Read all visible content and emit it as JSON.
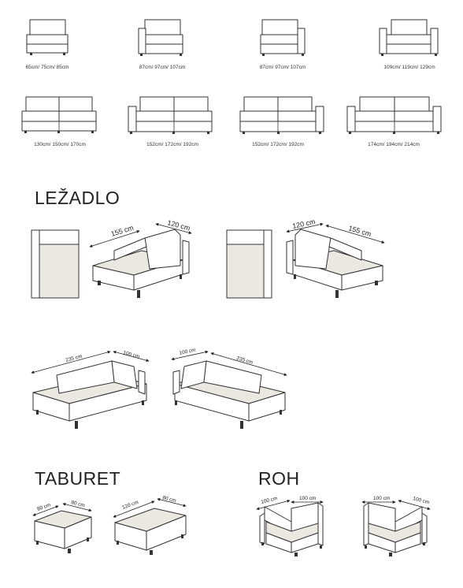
{
  "modules_row1": [
    {
      "label": "65cm/ 75cm/ 85cm"
    },
    {
      "label": "87cm/ 97cm/ 107cm"
    },
    {
      "label": "87cm/ 97cm/ 107cm"
    },
    {
      "label": "109cm/ 119cm/ 129cm"
    }
  ],
  "modules_row2": [
    {
      "label": "130cm/ 150cm/ 170cm"
    },
    {
      "label": "152cm/ 172cm/ 192cm"
    },
    {
      "label": "152cm/ 172cm/ 192cm"
    },
    {
      "label": "174cm/ 194cm/ 214cm"
    }
  ],
  "sections": {
    "lezadlo": "LEŽADLO",
    "taburet": "TABURET",
    "roh": "ROH"
  },
  "lezadlo_dims": {
    "a_length": "155 cm",
    "a_width": "120 cm",
    "b_width": "120 cm",
    "b_length": "155 cm",
    "c_length": "235 cm",
    "c_width": "100 cm",
    "d_width": "100 cm",
    "d_length": "235 cm"
  },
  "taburet_dims": {
    "small_a": "80 cm",
    "small_b": "80 cm",
    "large_a": "120 cm",
    "large_b": "80 cm"
  },
  "roh_dims": {
    "left_a": "100 cm",
    "left_b": "100 cm",
    "right_a": "100 cm",
    "right_b": "100 cm"
  },
  "colors": {
    "seat_fill": "#ebe8e1",
    "stroke": "#333333"
  }
}
